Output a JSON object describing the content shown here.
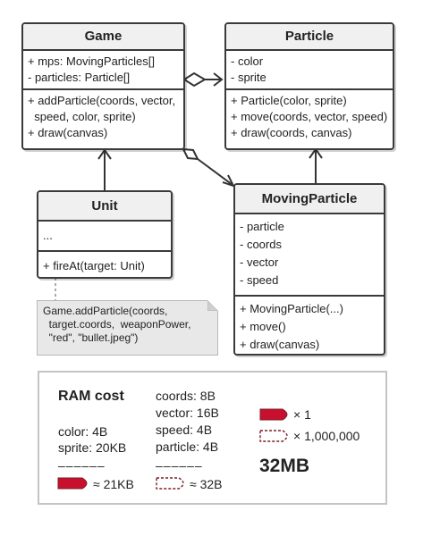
{
  "classes": {
    "game": {
      "name": "Game",
      "fields": [
        "+ mps: MovingParticles[]",
        "- particles: Particle[]"
      ],
      "methods": [
        "+ addParticle(coords, vector,",
        "  speed, color, sprite)",
        "+ draw(canvas)"
      ]
    },
    "particle": {
      "name": "Particle",
      "fields": [
        "- color",
        "- sprite"
      ],
      "methods": [
        "+ Particle(color, sprite)",
        "+ move(coords, vector, speed)",
        "+ draw(coords, canvas)"
      ]
    },
    "unit": {
      "name": "Unit",
      "fields": [
        "..."
      ],
      "methods": [
        "+ fireAt(target: Unit)"
      ]
    },
    "moving_particle": {
      "name": "MovingParticle",
      "fields": [
        "- particle",
        "- coords",
        "- vector",
        "- speed"
      ],
      "methods": [
        "+ MovingParticle(...)",
        "+ move()",
        "+ draw(canvas)"
      ]
    }
  },
  "note": {
    "lines": [
      "Game.addParticle(coords,",
      "  target.coords,  weaponPower,",
      "  \"red\", \"bullet.jpeg\")"
    ]
  },
  "ram": {
    "title": "RAM cost",
    "col1": [
      "color: 4B",
      "sprite: 20KB"
    ],
    "col2": [
      "coords: 8B",
      "vector: 16B",
      "speed: 4B",
      "particle: 4B"
    ],
    "separator": "––––––",
    "total1": "≈ 21KB",
    "total2": "≈ 32B",
    "legend1": "× 1",
    "legend2": "× 1,000,000",
    "big_total": "32MB",
    "colors": {
      "bullet": "#c8102e",
      "outline": "#7a1f24"
    }
  }
}
